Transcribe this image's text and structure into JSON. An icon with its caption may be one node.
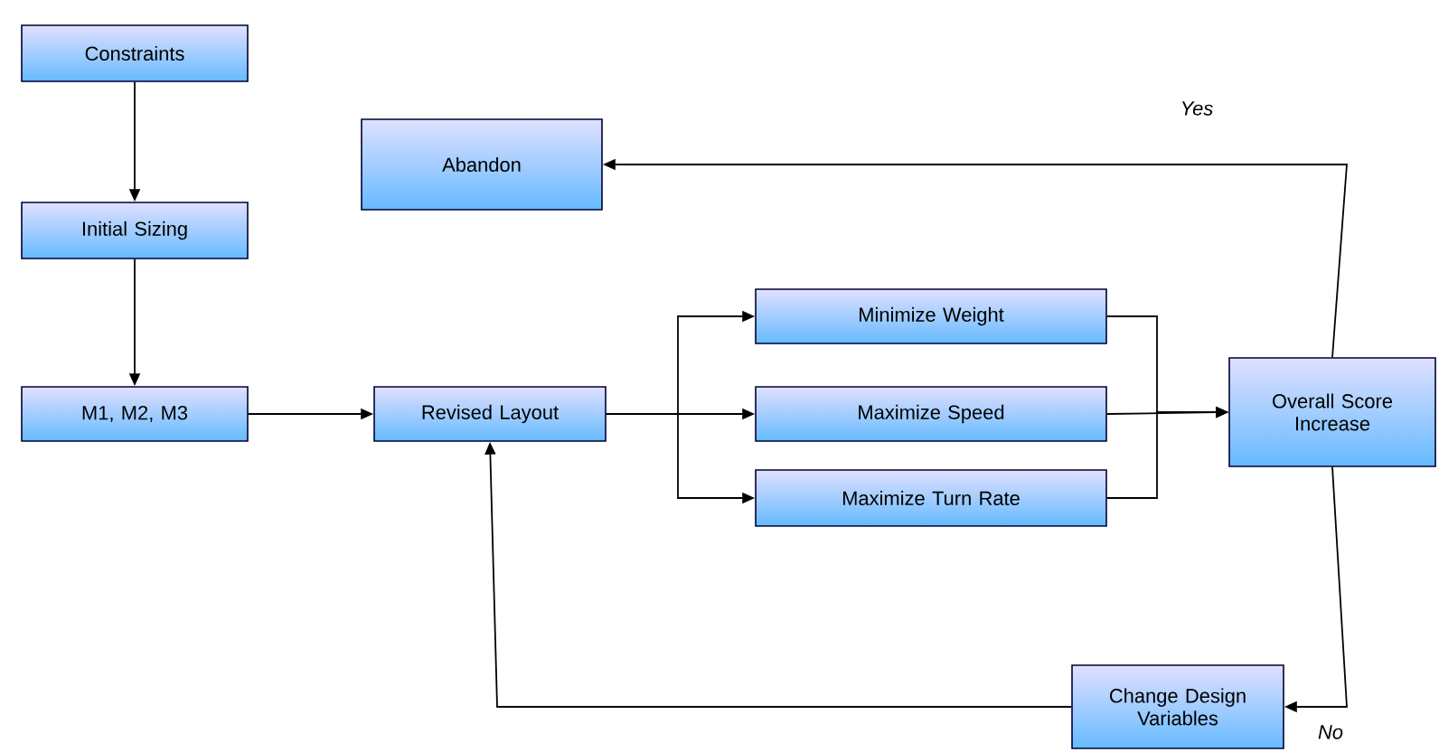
{
  "diagram": {
    "nodes": [
      {
        "text": [
          "Constraints"
        ]
      },
      {
        "text": [
          "Initial Sizing"
        ]
      },
      {
        "text": [
          "M1, M2, M3"
        ]
      },
      {
        "text": [
          "Revised Layout"
        ]
      },
      {
        "text": [
          "Minimize Weight"
        ]
      },
      {
        "text": [
          "Maximize Speed"
        ]
      },
      {
        "text": [
          "Maximize Turn Rate"
        ]
      },
      {
        "text": [
          "Overall Score Increase"
        ]
      },
      {
        "text": [
          "Abandon"
        ]
      },
      {
        "text": [
          "Change Design Variables"
        ]
      }
    ],
    "edges": [
      {
        "from": 0,
        "to": 1,
        "arrow": "to"
      },
      {
        "from": 1,
        "to": 2,
        "arrow": "to"
      },
      {
        "from": 2,
        "to": 3,
        "arrow": "to"
      },
      {
        "from": 3,
        "to": 4,
        "arrow": "to"
      },
      {
        "from": 3,
        "to": 5,
        "arrow": "to"
      },
      {
        "from": 3,
        "to": 6,
        "arrow": "to"
      },
      {
        "from": 4,
        "to": 7,
        "arrow": "to"
      },
      {
        "from": 5,
        "to": 7,
        "arrow": "to"
      },
      {
        "from": 6,
        "to": 7,
        "arrow": "to"
      },
      {
        "from": 7,
        "to": 8,
        "arrow": "to",
        "label": "Yes"
      },
      {
        "from": 7,
        "to": 9,
        "arrow": "to",
        "label": "No"
      },
      {
        "from": 9,
        "to": 3,
        "arrow": "to"
      }
    ]
  }
}
